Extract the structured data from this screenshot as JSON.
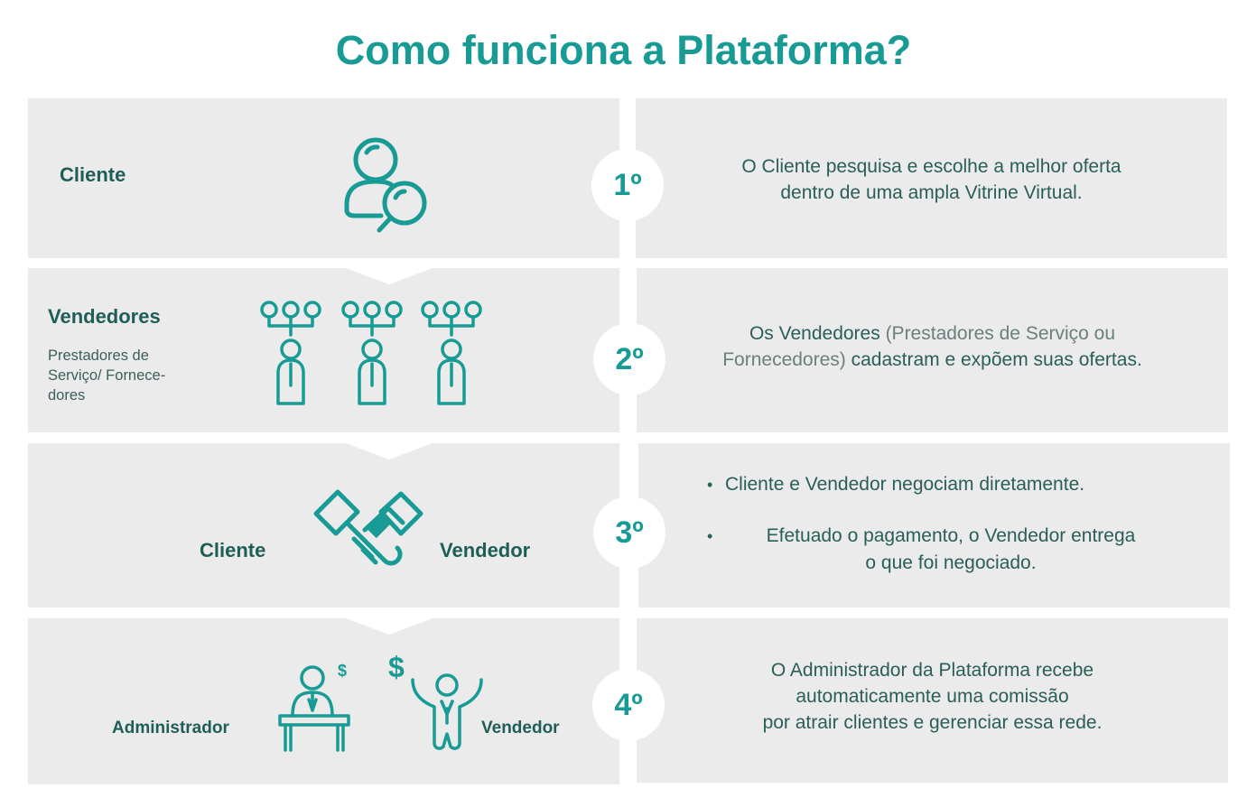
{
  "title": "Como funciona a Plataforma?",
  "steps": [
    {
      "number": "1º",
      "left": {
        "label": "Cliente"
      },
      "description": {
        "lines": [
          "O Cliente pesquisa e escolhe a melhor oferta",
          "dentro de uma ampla Vitrine Virtual."
        ]
      }
    },
    {
      "number": "2º",
      "left": {
        "label": "Vendedores",
        "sublines": [
          "Prestadores de",
          "Serviço/ Fornece-",
          "dores"
        ]
      },
      "description": {
        "line1_bold": "Os Vendedores",
        "line1_light": " (Prestadores de Serviço ou",
        "line2_light": "Fornecedores)",
        "line2_bold": " cadastram e expõem suas ofertas."
      }
    },
    {
      "number": "3º",
      "left": {
        "label_left": "Cliente",
        "label_right": "Vendedor"
      },
      "bullets": [
        {
          "lines": [
            "Cliente e Vendedor negociam diretamente."
          ]
        },
        {
          "lines": [
            "Efetuado o pagamento, o Vendedor entrega",
            "o que foi negociado."
          ]
        }
      ]
    },
    {
      "number": "4º",
      "left": {
        "label_left": "Administrador",
        "label_right": "Vendedor",
        "currency": "$"
      },
      "description": {
        "lines": [
          "O Administrador da Plataforma recebe",
          "automaticamente uma comissão",
          "por atrair clientes e gerenciar essa rede."
        ]
      }
    }
  ],
  "colors": {
    "accent": "#179b94",
    "text": "#1f5e57",
    "panel": "#ebebeb"
  },
  "icons": [
    "client-search-icon",
    "vendor-network-icon",
    "handshake-icon",
    "administrator-desk-icon",
    "happy-vendor-icon"
  ]
}
